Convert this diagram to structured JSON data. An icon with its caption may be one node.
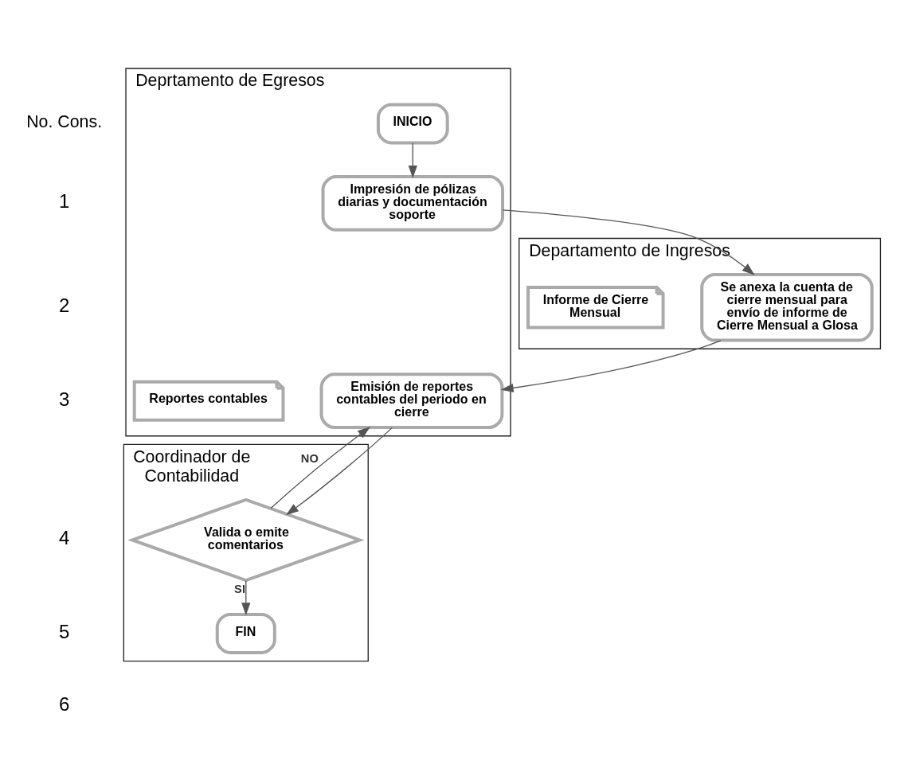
{
  "diagram": {
    "nodes": [
      {
        "text": [
          "Deprtamento de Egresos"
        ]
      },
      {
        "text": [
          "Departamento de Ingresos"
        ]
      },
      {
        "text": [
          "Coordinador de Contabilidad"
        ]
      },
      {
        "text": [
          "INICIO"
        ],
        "in": 0
      },
      {
        "text": [
          "Impresión de pólizas diarias y documentación soporte"
        ],
        "in": 0
      },
      {
        "text": [
          "Se anexa la cuenta de cierre mensual para envío de informe de Cierre Mensual a Glosa"
        ],
        "in": 1
      },
      {
        "text": [
          "Informe de Cierre Mensual"
        ],
        "in": 1
      },
      {
        "text": [
          "Emisión de reportes contables del periodo en cierre"
        ],
        "in": 0
      },
      {
        "text": [
          "Reportes contables"
        ],
        "in": 0
      },
      {
        "text": [
          "Valida o emite comentarios"
        ],
        "in": 2
      },
      {
        "text": [
          "FIN"
        ],
        "in": 2
      }
    ],
    "edges": [
      {
        "from": 3,
        "to": 4,
        "arrow": "to"
      },
      {
        "from": 4,
        "to": 5,
        "arrow": "to"
      },
      {
        "from": 5,
        "to": 7,
        "arrow": "to"
      },
      {
        "from": 9,
        "to": 7,
        "arrow": "to",
        "label": "NO"
      },
      {
        "from": 7,
        "to": 9,
        "arrow": "to"
      },
      {
        "from": 9,
        "to": 10,
        "arrow": "to",
        "label": "SI"
      }
    ],
    "labels": [
      "No. Cons.",
      "1",
      "2",
      "3",
      "4",
      "5",
      "6"
    ]
  }
}
